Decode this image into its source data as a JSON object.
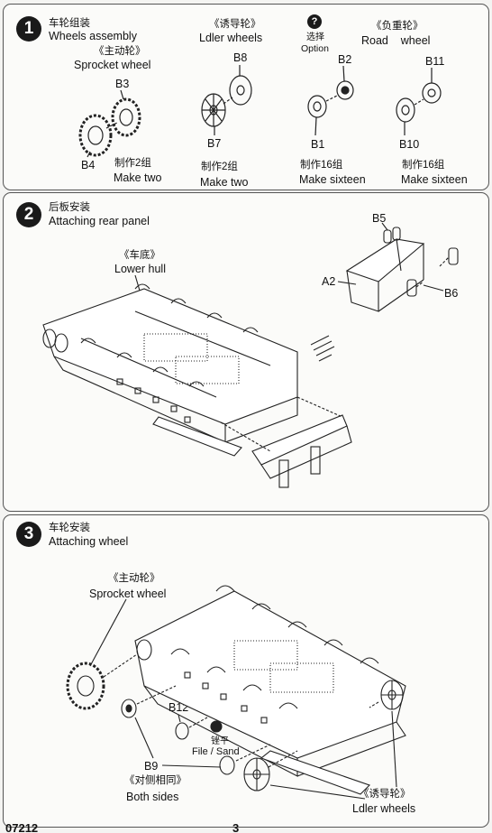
{
  "step1": {
    "number": "1",
    "title_cn": "车轮组装",
    "title_en": "Wheels assembly",
    "sprocket_cn": "《主动轮》",
    "sprocket_en": "Sprocket wheel",
    "idler_cn": "《诱导轮》",
    "idler_en": "Ldler wheels",
    "option_cn": "选择",
    "option_en": "Option",
    "option_mark": "?",
    "road_cn": "《负重轮》",
    "road_en": "Road    wheel",
    "parts": {
      "b3": "B3",
      "b4": "B4",
      "b8": "B8",
      "b7": "B7",
      "b2": "B2",
      "b1": "B1",
      "b11": "B11",
      "b10": "B10"
    },
    "qty_two_cn": "制作2组",
    "qty_two_en": "Make two",
    "qty_sixteen_cn": "制作16组",
    "qty_sixteen_en": "Make sixteen"
  },
  "step2": {
    "number": "2",
    "title_cn": "后板安装",
    "title_en": "Attaching rear panel",
    "hull_cn": "《车底》",
    "hull_en": "Lower hull",
    "parts": {
      "b5": "B5",
      "a2": "A2",
      "b6": "B6"
    }
  },
  "step3": {
    "number": "3",
    "title_cn": "车轮安装",
    "title_en": "Attaching wheel",
    "sprocket_cn": "《主动轮》",
    "sprocket_en": "Sprocket wheel",
    "parts": {
      "b12": "B12",
      "b9": "B9"
    },
    "file_cn": "锉平",
    "file_en": "File / Sand",
    "both_cn": "《对侧相同》",
    "both_en": "Both sides",
    "idler_cn": "《诱导轮》",
    "idler_en": "Ldler wheels"
  },
  "footer": {
    "code": "07212",
    "page": "3"
  }
}
